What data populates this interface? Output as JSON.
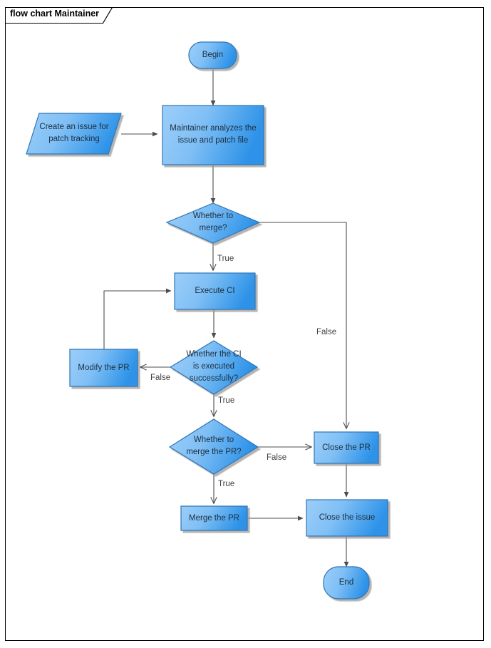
{
  "diagram": {
    "title": "flow chart Maintainer",
    "type": "flowchart",
    "colors": {
      "fill_light": "#8CC6F7",
      "fill_dark": "#2E93E8",
      "stroke": "#2E75B6",
      "edge": "#4d4d4d",
      "frame": "#000000",
      "label_text": "#1d2f40",
      "edge_text": "#404040"
    },
    "nodes": [
      {
        "id": "begin",
        "shape": "terminator",
        "label": "Begin"
      },
      {
        "id": "create",
        "shape": "parallelogram",
        "label": "Create an issue for\npatch tracking"
      },
      {
        "id": "analyze",
        "shape": "process",
        "label": "Maintainer analyzes the\nissue and patch file"
      },
      {
        "id": "merge_q",
        "shape": "decision",
        "label": "Whether to\nmerge?"
      },
      {
        "id": "exec_ci",
        "shape": "process",
        "label": "Execute CI"
      },
      {
        "id": "modify_pr",
        "shape": "process",
        "label": "Modify the PR"
      },
      {
        "id": "ci_q",
        "shape": "decision",
        "label": "Whether the CI\nis executed\nsuccessfully?"
      },
      {
        "id": "merge_pr_q",
        "shape": "decision",
        "label": "Whether to\nmerge the PR?"
      },
      {
        "id": "close_pr",
        "shape": "process",
        "label": "Close the PR"
      },
      {
        "id": "merge_pr",
        "shape": "process",
        "label": "Merge the PR"
      },
      {
        "id": "close_issue",
        "shape": "process",
        "label": "Close the issue"
      },
      {
        "id": "end",
        "shape": "terminator",
        "label": "End"
      }
    ],
    "edges": [
      {
        "from": "begin",
        "to": "analyze",
        "label": ""
      },
      {
        "from": "create",
        "to": "analyze",
        "label": ""
      },
      {
        "from": "analyze",
        "to": "merge_q",
        "label": ""
      },
      {
        "from": "merge_q",
        "to": "exec_ci",
        "label": "True"
      },
      {
        "from": "merge_q",
        "to": "close_pr",
        "label": "False"
      },
      {
        "from": "exec_ci",
        "to": "ci_q",
        "label": ""
      },
      {
        "from": "ci_q",
        "to": "modify_pr",
        "label": "False"
      },
      {
        "from": "modify_pr",
        "to": "exec_ci",
        "label": ""
      },
      {
        "from": "ci_q",
        "to": "merge_pr_q",
        "label": "True"
      },
      {
        "from": "merge_pr_q",
        "to": "close_pr",
        "label": "False"
      },
      {
        "from": "merge_pr_q",
        "to": "merge_pr",
        "label": "True"
      },
      {
        "from": "merge_pr",
        "to": "close_issue",
        "label": ""
      },
      {
        "from": "close_pr",
        "to": "close_issue",
        "label": ""
      },
      {
        "from": "close_issue",
        "to": "end",
        "label": ""
      }
    ],
    "edge_labels": {
      "merge_q_true": "True",
      "merge_q_false": "False",
      "ci_q_false": "False",
      "ci_q_true": "True",
      "merge_pr_q_false": "False",
      "merge_pr_q_true": "True"
    },
    "node_labels": {
      "begin": "Begin",
      "create": "Create an issue for\npatch tracking",
      "analyze": "Maintainer analyzes the\nissue and patch file",
      "merge_q": "Whether to\nmerge?",
      "exec_ci": "Execute CI",
      "modify_pr": "Modify the PR",
      "ci_q": "Whether the CI\nis executed\nsuccessfully?",
      "merge_pr_q": "Whether to\nmerge the PR?",
      "close_pr": "Close the PR",
      "merge_pr": "Merge the PR",
      "close_issue": "Close the issue",
      "end": "End"
    }
  }
}
